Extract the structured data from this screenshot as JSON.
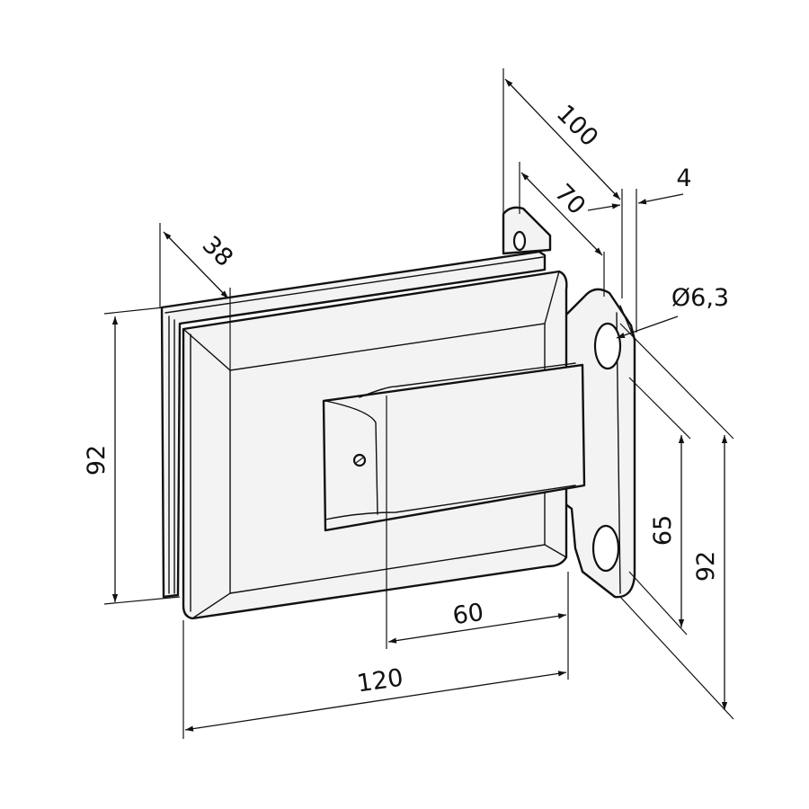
{
  "drawing": {
    "dimensions": {
      "height_left": "92",
      "depth_top": "38",
      "overall_depth": "100",
      "plate_depth": "70",
      "plate_thickness": "4",
      "hole_diameter": "Ø6,3",
      "hole_spacing": "65",
      "plate_height": "92",
      "offset_width": "60",
      "overall_width": "120"
    },
    "colors": {
      "line": "#111111",
      "face": "#f3f3f3",
      "background": "#ffffff"
    }
  }
}
